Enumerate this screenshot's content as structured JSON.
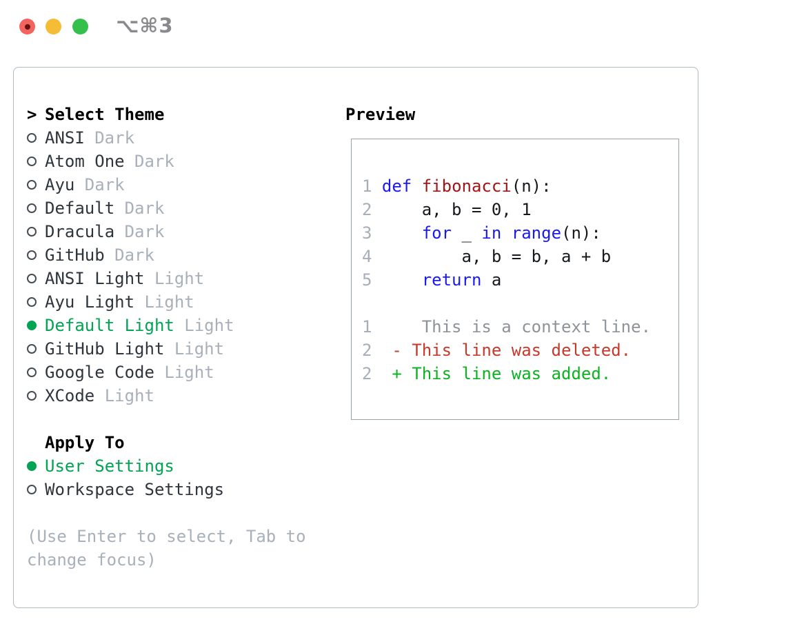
{
  "window": {
    "title": "⌥⌘3",
    "traffic_lights": [
      "close-button",
      "minimize-button",
      "zoom-button"
    ]
  },
  "theme_list": {
    "header_prefix": ">",
    "header": "Select Theme",
    "items": [
      {
        "name": "ANSI",
        "variant": "Dark",
        "selected": false
      },
      {
        "name": "Atom One",
        "variant": "Dark",
        "selected": false
      },
      {
        "name": "Ayu",
        "variant": "Dark",
        "selected": false
      },
      {
        "name": "Default",
        "variant": "Dark",
        "selected": false
      },
      {
        "name": "Dracula",
        "variant": "Dark",
        "selected": false
      },
      {
        "name": "GitHub",
        "variant": "Dark",
        "selected": false
      },
      {
        "name": "ANSI Light",
        "variant": "Light",
        "selected": false
      },
      {
        "name": "Ayu Light",
        "variant": "Light",
        "selected": false
      },
      {
        "name": "Default Light",
        "variant": "Light",
        "selected": true
      },
      {
        "name": "GitHub Light",
        "variant": "Light",
        "selected": false
      },
      {
        "name": "Google Code",
        "variant": "Light",
        "selected": false
      },
      {
        "name": "XCode",
        "variant": "Light",
        "selected": false
      }
    ]
  },
  "apply_to": {
    "header": "Apply To",
    "options": [
      {
        "label": "User Settings",
        "selected": true
      },
      {
        "label": "Workspace Settings",
        "selected": false
      }
    ]
  },
  "hint": {
    "line1": "(Use Enter to select, Tab to",
    "line2": "change focus)"
  },
  "preview": {
    "title": "Preview",
    "lines": [
      {
        "num": "1",
        "segments": [
          {
            "t": " ",
            "c": "plain"
          },
          {
            "t": "def",
            "c": "keyword"
          },
          {
            "t": " ",
            "c": "plain"
          },
          {
            "t": "fibonacci",
            "c": "function"
          },
          {
            "t": "(n):",
            "c": "plain"
          }
        ]
      },
      {
        "num": "2",
        "segments": [
          {
            "t": "     a, b = 0, 1",
            "c": "plain"
          }
        ]
      },
      {
        "num": "3",
        "segments": [
          {
            "t": "     ",
            "c": "plain"
          },
          {
            "t": "for",
            "c": "keyword"
          },
          {
            "t": " _ ",
            "c": "plain"
          },
          {
            "t": "in",
            "c": "keyword"
          },
          {
            "t": " ",
            "c": "plain"
          },
          {
            "t": "range",
            "c": "keyword"
          },
          {
            "t": "(n):",
            "c": "plain"
          }
        ]
      },
      {
        "num": "4",
        "segments": [
          {
            "t": "         a, b = b, a + b",
            "c": "plain"
          }
        ]
      },
      {
        "num": "5",
        "segments": [
          {
            "t": "     ",
            "c": "plain"
          },
          {
            "t": "return",
            "c": "keyword"
          },
          {
            "t": " a",
            "c": "plain"
          }
        ]
      },
      {
        "num": "",
        "segments": []
      },
      {
        "num": "1",
        "segments": [
          {
            "t": "     This is a context line.",
            "c": "context"
          }
        ]
      },
      {
        "num": "2",
        "segments": [
          {
            "t": "  - This line was deleted.",
            "c": "deleted"
          }
        ]
      },
      {
        "num": "2",
        "segments": [
          {
            "t": "  + This line was added.",
            "c": "added"
          }
        ]
      }
    ]
  },
  "colors": {
    "ink": "#15181c",
    "item": "#2f353c",
    "muted": "#a8b0ba",
    "green": "#00a452",
    "added": "#0db222",
    "deleted": "#c6392b",
    "keyword": "#1a1af0",
    "function": "#a31515",
    "context": "#8d9399",
    "num": "#a6aeb8",
    "border_panel": "#b1b9c1",
    "border_preview": "#99a2ab",
    "title_gray": "#8a8a8e",
    "tl_red": "#f4645f",
    "tl_yellow": "#f5bc36",
    "tl_green": "#35c04b"
  }
}
